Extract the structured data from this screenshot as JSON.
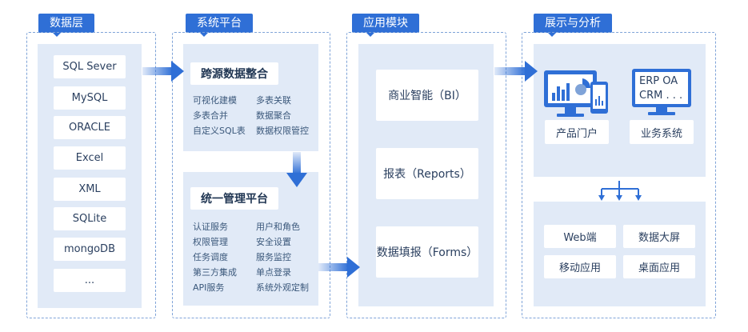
{
  "sections": {
    "data_layer": "数据层",
    "system_platform": "系统平台",
    "app_modules": "应用模块",
    "display": "展示与分析"
  },
  "data_sources": [
    "SQL Sever",
    "MySQL",
    "ORACLE",
    "Excel",
    "XML",
    "SQLite",
    "mongoDB",
    "..."
  ],
  "integration": {
    "title": "跨源数据整合",
    "items": [
      "可视化建模",
      "多表关联",
      "多表合并",
      "数据聚合",
      "自定义SQL表",
      "数据权限管控"
    ]
  },
  "management": {
    "title": "统一管理平台",
    "items": [
      "认证服务",
      "用户和角色",
      "权限管理",
      "安全设置",
      "任务调度",
      "服务监控",
      "第三方集成",
      "单点登录",
      "API服务",
      "系统外观定制"
    ]
  },
  "modules": [
    "商业智能（BI）",
    "报表（Reports）",
    "数据填报（Forms）"
  ],
  "display": {
    "portal_label": "产品门户",
    "business_label": "业务系统",
    "business_screen": [
      "ERP  OA",
      "CRM  . . ."
    ],
    "targets": [
      "Web端",
      "数据大屏",
      "移动应用",
      "桌面应用"
    ]
  },
  "colors": {
    "accent": "#2f6fd6",
    "panel": "#e1eaf7",
    "dash": "#7fa3d8"
  }
}
